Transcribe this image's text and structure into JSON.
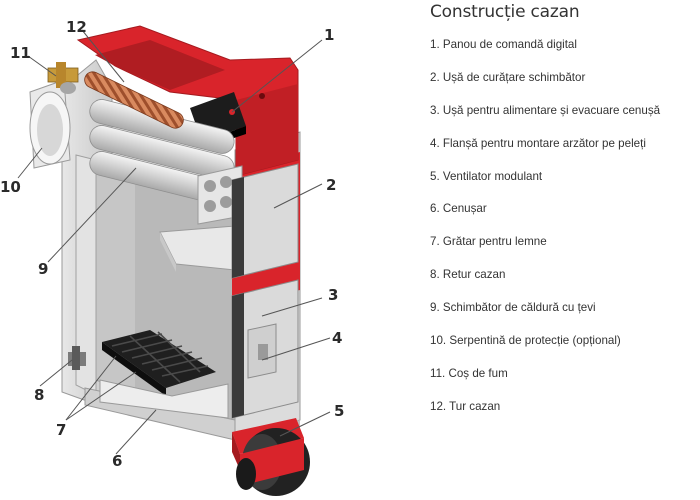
{
  "legend": {
    "title": "Construcție cazan",
    "items": [
      "1. Panou de comandă digital",
      "2. Ușă de curățare schimbător",
      "3. Ușă pentru alimentare și evacuare cenușă",
      "4. Flanșă pentru montare arzător pe peleți",
      "5. Ventilator modulant",
      "6. Cenușar",
      "7. Grătar pentru lemne",
      "8. Retur cazan",
      "9. Schimbător de căldură cu țevi",
      "10. Serpentină de protecție (opțional)",
      "11. Coș de fum",
      "12. Tur cazan"
    ]
  },
  "callouts": [
    "1",
    "2",
    "3",
    "4",
    "5",
    "6",
    "7",
    "8",
    "9",
    "10",
    "11",
    "12"
  ],
  "colors": {
    "accent_red": "#d9242b",
    "dark_red": "#a51a1f",
    "body_grey": "#d9d9d9",
    "inner_grey": "#c4c4c4",
    "grate_black": "#1f1f1f",
    "copper": "#c8754b"
  }
}
